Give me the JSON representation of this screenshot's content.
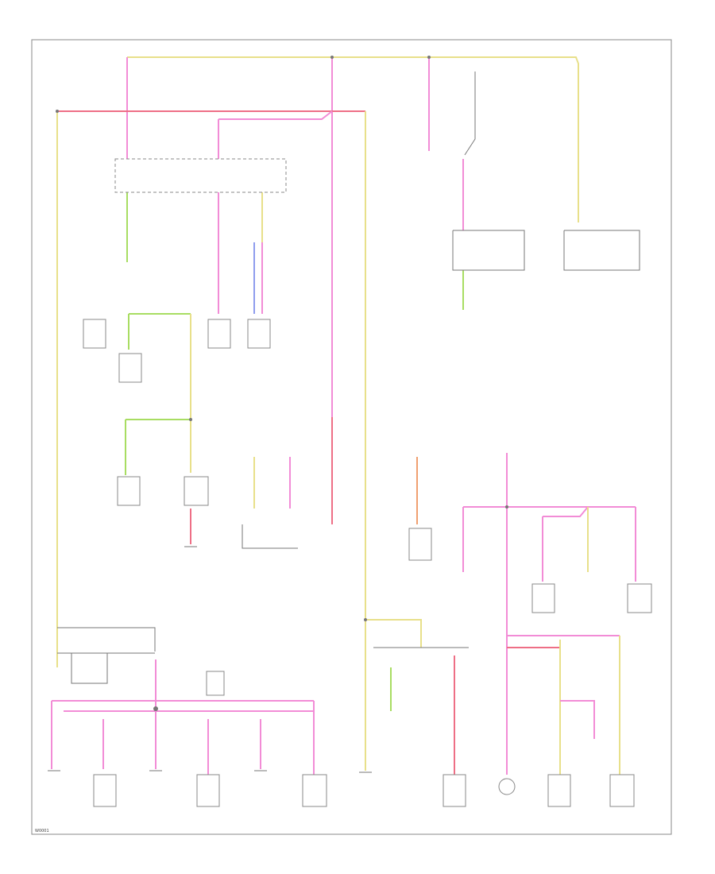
{
  "frame": {
    "footer_code": "W0001"
  },
  "colors": {
    "pink": "#f28cd6",
    "red": "#ee6f86",
    "yellow": "#e8e08a",
    "green": "#a8dd62",
    "blue": "#8f9cee",
    "orange": "#f0a070",
    "line": "#777777",
    "component_fill": "#ffffff"
  },
  "components": [
    {
      "id": "fuse-junction-box",
      "label": ""
    },
    {
      "id": "passenger-compartment-fuse-box",
      "label": ""
    },
    {
      "id": "battery-junction-box",
      "label": ""
    },
    {
      "id": "data-link-connector",
      "label": ""
    },
    {
      "id": "ignition-switch",
      "label": ""
    },
    {
      "id": "powertrain-control-module",
      "label": ""
    },
    {
      "id": "generic-electronic-module",
      "label": ""
    },
    {
      "id": "instrument-cluster",
      "label": ""
    },
    {
      "id": "radio",
      "label": ""
    },
    {
      "id": "clock",
      "label": ""
    },
    {
      "id": "shift-lock-actuator",
      "label": ""
    },
    {
      "id": "power-window-relay",
      "label": ""
    },
    {
      "id": "left-front-door-lock-actuator",
      "label": ""
    },
    {
      "id": "front-interior-lamp",
      "label": ""
    },
    {
      "id": "rear-interior-lamp",
      "label": ""
    },
    {
      "id": "trailer-tow-connector",
      "label": ""
    },
    {
      "id": "ground",
      "label": ""
    }
  ]
}
